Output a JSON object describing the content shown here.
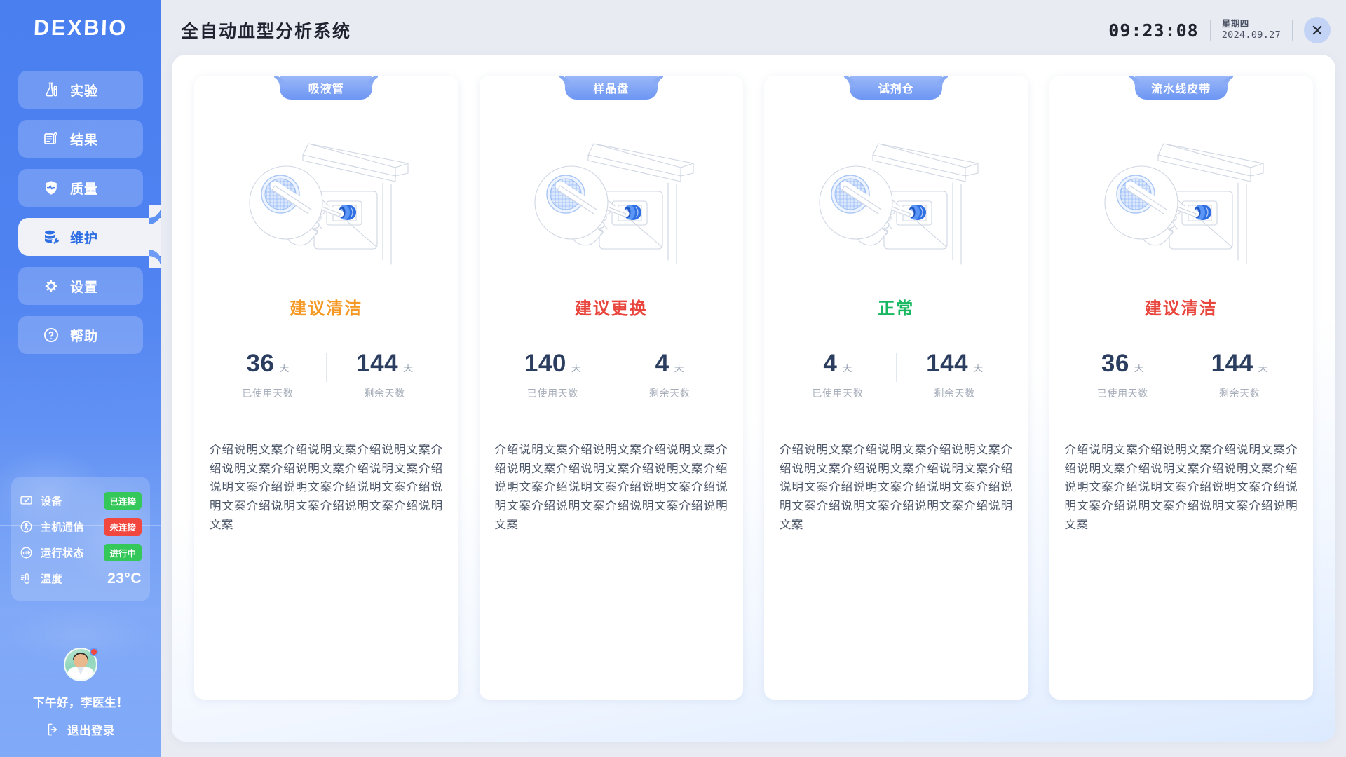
{
  "brand": {
    "name": "DEXBIO"
  },
  "sidebar": {
    "nav": [
      {
        "label": "实验",
        "icon": "flask-icon",
        "active": false
      },
      {
        "label": "结果",
        "icon": "report-icon",
        "active": false
      },
      {
        "label": "质量",
        "icon": "shield-pulse-icon",
        "active": false
      },
      {
        "label": "维护",
        "icon": "database-wrench-icon",
        "active": true
      },
      {
        "label": "设置",
        "icon": "gear-icon",
        "active": false
      },
      {
        "label": "帮助",
        "icon": "question-circle-icon",
        "active": false
      }
    ],
    "status": [
      {
        "label": "设备",
        "icon": "monitor-check-icon",
        "value": "已连接",
        "kind": "chip",
        "color": "#34c759"
      },
      {
        "label": "主机通信",
        "icon": "antenna-icon",
        "value": "未连接",
        "kind": "chip",
        "color": "#f2473f"
      },
      {
        "label": "运行状态",
        "icon": "gauge-icon",
        "value": "进行中",
        "kind": "chip",
        "color": "#34c759"
      },
      {
        "label": "温度",
        "icon": "thermometer-icon",
        "value": "23°C",
        "kind": "text",
        "color": "#ffffff"
      }
    ],
    "user": {
      "greeting": "下午好，李医生！",
      "logout_label": "退出登录",
      "avatar_name": "avatar",
      "notification_badge": true
    }
  },
  "header": {
    "title": "全自动血型分析系统",
    "time": "09:23:08",
    "weekday": "星期四",
    "date": "2024.09.27",
    "close_label": "×"
  },
  "colors": {
    "brand_blue": "#4a7ff0",
    "status_warn": "#f59824",
    "status_danger": "#e8453c",
    "status_ok": "#18b861",
    "metric_num": "#2c3e60"
  },
  "cards": [
    {
      "badge": "吸液管",
      "status_text": "建议清洁",
      "status_color": "#f59824",
      "used_value": "36",
      "used_unit": "天",
      "used_label": "已使用天数",
      "remain_value": "144",
      "remain_unit": "天",
      "remain_label": "剩余天数",
      "description": "介绍说明文案介绍说明文案介绍说明文案介绍说明文案介绍说明文案介绍说明文案介绍说明文案介绍说明文案介绍说明文案介绍说明文案介绍说明文案介绍说明文案介绍说明文案"
    },
    {
      "badge": "样品盘",
      "status_text": "建议更换",
      "status_color": "#e8453c",
      "used_value": "140",
      "used_unit": "天",
      "used_label": "已使用天数",
      "remain_value": "4",
      "remain_unit": "天",
      "remain_label": "剩余天数",
      "description": "介绍说明文案介绍说明文案介绍说明文案介绍说明文案介绍说明文案介绍说明文案介绍说明文案介绍说明文案介绍说明文案介绍说明文案介绍说明文案介绍说明文案介绍说明文案"
    },
    {
      "badge": "试剂仓",
      "status_text": "正常",
      "status_color": "#18b861",
      "used_value": "4",
      "used_unit": "天",
      "used_label": "已使用天数",
      "remain_value": "144",
      "remain_unit": "天",
      "remain_label": "剩余天数",
      "description": "介绍说明文案介绍说明文案介绍说明文案介绍说明文案介绍说明文案介绍说明文案介绍说明文案介绍说明文案介绍说明文案介绍说明文案介绍说明文案介绍说明文案介绍说明文案"
    },
    {
      "badge": "流水线皮带",
      "status_text": "建议清洁",
      "status_color": "#e8453c",
      "used_value": "36",
      "used_unit": "天",
      "used_label": "已使用天数",
      "remain_value": "144",
      "remain_unit": "天",
      "remain_label": "剩余天数",
      "description": "介绍说明文案介绍说明文案介绍说明文案介绍说明文案介绍说明文案介绍说明文案介绍说明文案介绍说明文案介绍说明文案介绍说明文案介绍说明文案介绍说明文案介绍说明文案"
    }
  ]
}
